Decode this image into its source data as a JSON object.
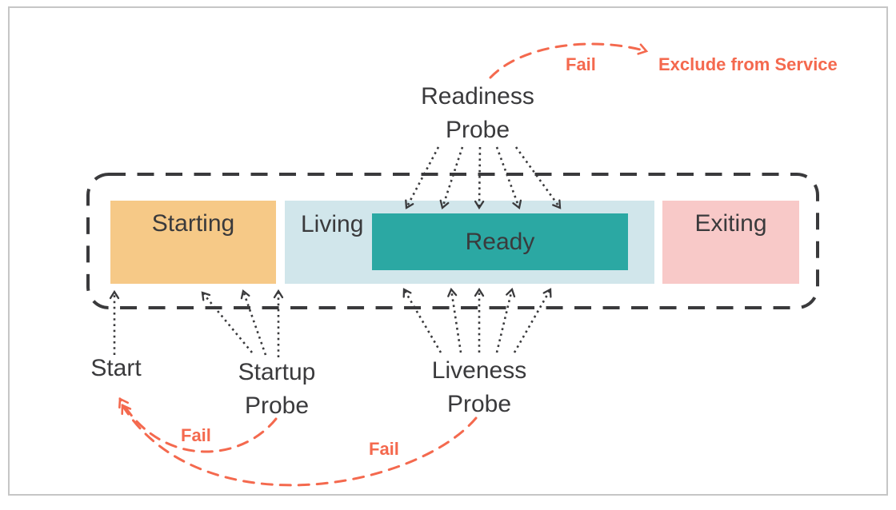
{
  "states": [
    {
      "label": "Starting",
      "color": "#F6C987"
    },
    {
      "label": "Living",
      "color": "#D1E6EB"
    },
    {
      "label": "Ready",
      "color": "#2BA8A3"
    },
    {
      "label": "Exiting",
      "color": "#F8C9C8"
    }
  ],
  "probes": {
    "readiness": {
      "line1": "Readiness",
      "line2": "Probe"
    },
    "startup": {
      "line1": "Startup",
      "line2": "Probe"
    },
    "liveness": {
      "line1": "Liveness",
      "line2": "Probe"
    }
  },
  "labels": {
    "start": "Start",
    "exclude_from_service": "Exclude from Service",
    "fail_readiness": "Fail",
    "fail_startup": "Fail",
    "fail_liveness": "Fail"
  },
  "colors": {
    "fail_accent": "#F4694E",
    "line": "#3A3A3C",
    "frame_border": "#C6C6C6",
    "background": "#FFFFFF"
  }
}
